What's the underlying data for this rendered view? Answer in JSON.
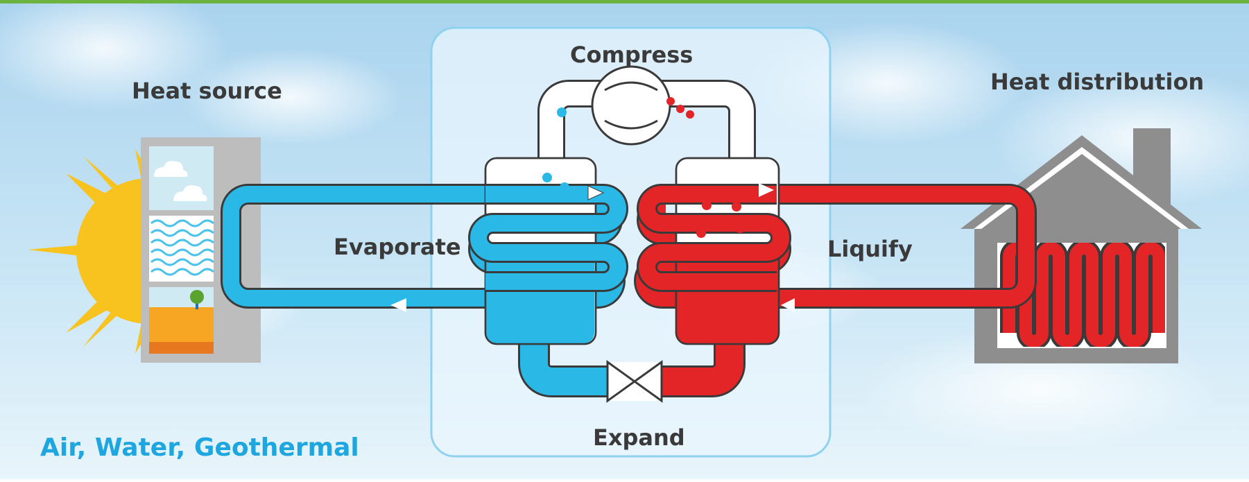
{
  "labels": {
    "heat_source": "Heat source",
    "heat_distribution": "Heat distribution",
    "compress": "Compress",
    "evaporate": "Evaporate",
    "liquify": "Liquify",
    "expand": "Expand",
    "sources": "Air, Water, Geothermal"
  },
  "colors": {
    "cold": "#2ab8e6",
    "hot": "#e42528",
    "sky_top": "#a9d3ee",
    "sky_bottom": "#e8f5fb",
    "sources_text": "#1ea6e0",
    "label_text": "#3a3a3a",
    "top_bar": "#6db33f"
  }
}
